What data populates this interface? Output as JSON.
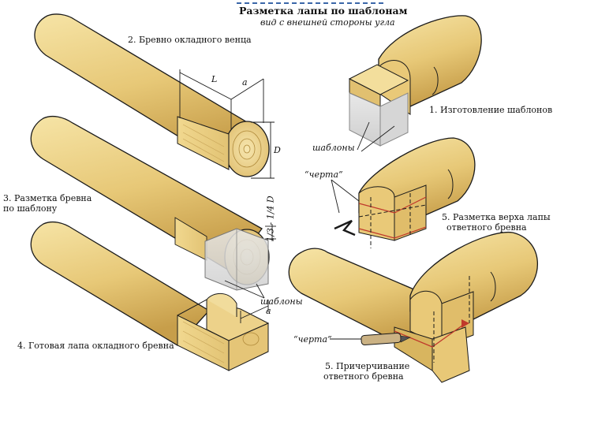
{
  "header": {
    "title": "Разметка лапы по шаблонам",
    "subtitle": "вид с внешней стороны угла"
  },
  "labels": {
    "step2": "2. Бревно окладного венца",
    "step1": "1. Изготовление шаблонов",
    "step3_line1": "3. Разметка бревна",
    "step3_line2": "по шаблону",
    "step4": "4. Готовая лапа окладного бревна",
    "step5a_line1": "5. Разметка верха лапы",
    "step5a_line2": "ответного бревна",
    "step5b_line1": "5. Причерчивание",
    "step5b_line2": "ответного бревна"
  },
  "callouts": {
    "templates_top": "шаблоны",
    "templates_mid": "шаблоны",
    "cherta_top": "“черта”",
    "cherta_bottom": "“черта”"
  },
  "dimensions": {
    "L": "L",
    "a_top": "a",
    "a_bottom": "a",
    "D": "D",
    "ratio": "1/3 - 1/4 D"
  },
  "colors": {
    "wood_light": "#f2dc9a",
    "wood_mid": "#e3c272",
    "wood_dark": "#b8913e",
    "outline": "#1a1a1a",
    "template": "#dcdcdc",
    "mark_line": "#c0392b",
    "header_rule": "#3a66a8"
  }
}
